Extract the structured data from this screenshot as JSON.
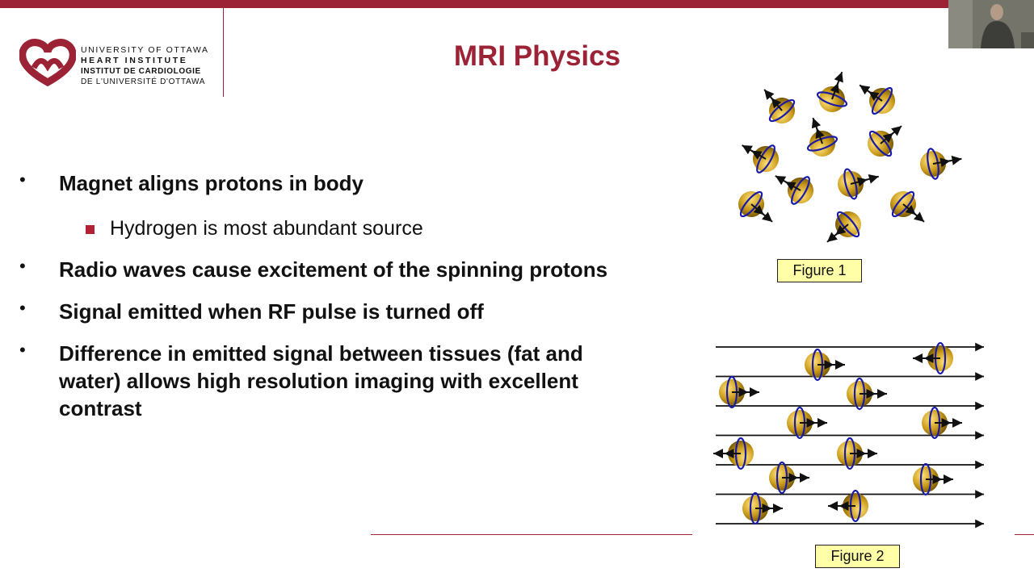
{
  "colors": {
    "accent": "#9b2335",
    "bullet_square": "#b22234",
    "caption_bg": "#ffffa8",
    "proton": "#c99a1a",
    "orbit": "#1a1aa8"
  },
  "logo": {
    "line1": "UNIVERSITY OF OTTAWA",
    "line2": "HEART INSTITUTE",
    "line3": "INSTITUT DE CARDIOLOGIE",
    "line4": "DE L'UNIVERSITÉ D'OTTAWA"
  },
  "slide": {
    "title": "MRI Physics",
    "bullets": [
      {
        "text": "Magnet aligns protons in body"
      },
      {
        "text": "Hydrogen is most abundant source"
      },
      {
        "text": "Radio waves cause excitement of the spinning protons"
      },
      {
        "text": "Signal emitted when RF pulse is turned off"
      },
      {
        "text": "Difference in emitted signal between tissues (fat and water) allows high resolution imaging with excellent contrast"
      }
    ],
    "figure1_caption": "Figure 1",
    "figure2_caption": "Figure 2"
  },
  "icons": {
    "logo": "heart-logo-icon",
    "proton": "proton-icon",
    "bullet": "square-bullet-icon"
  }
}
